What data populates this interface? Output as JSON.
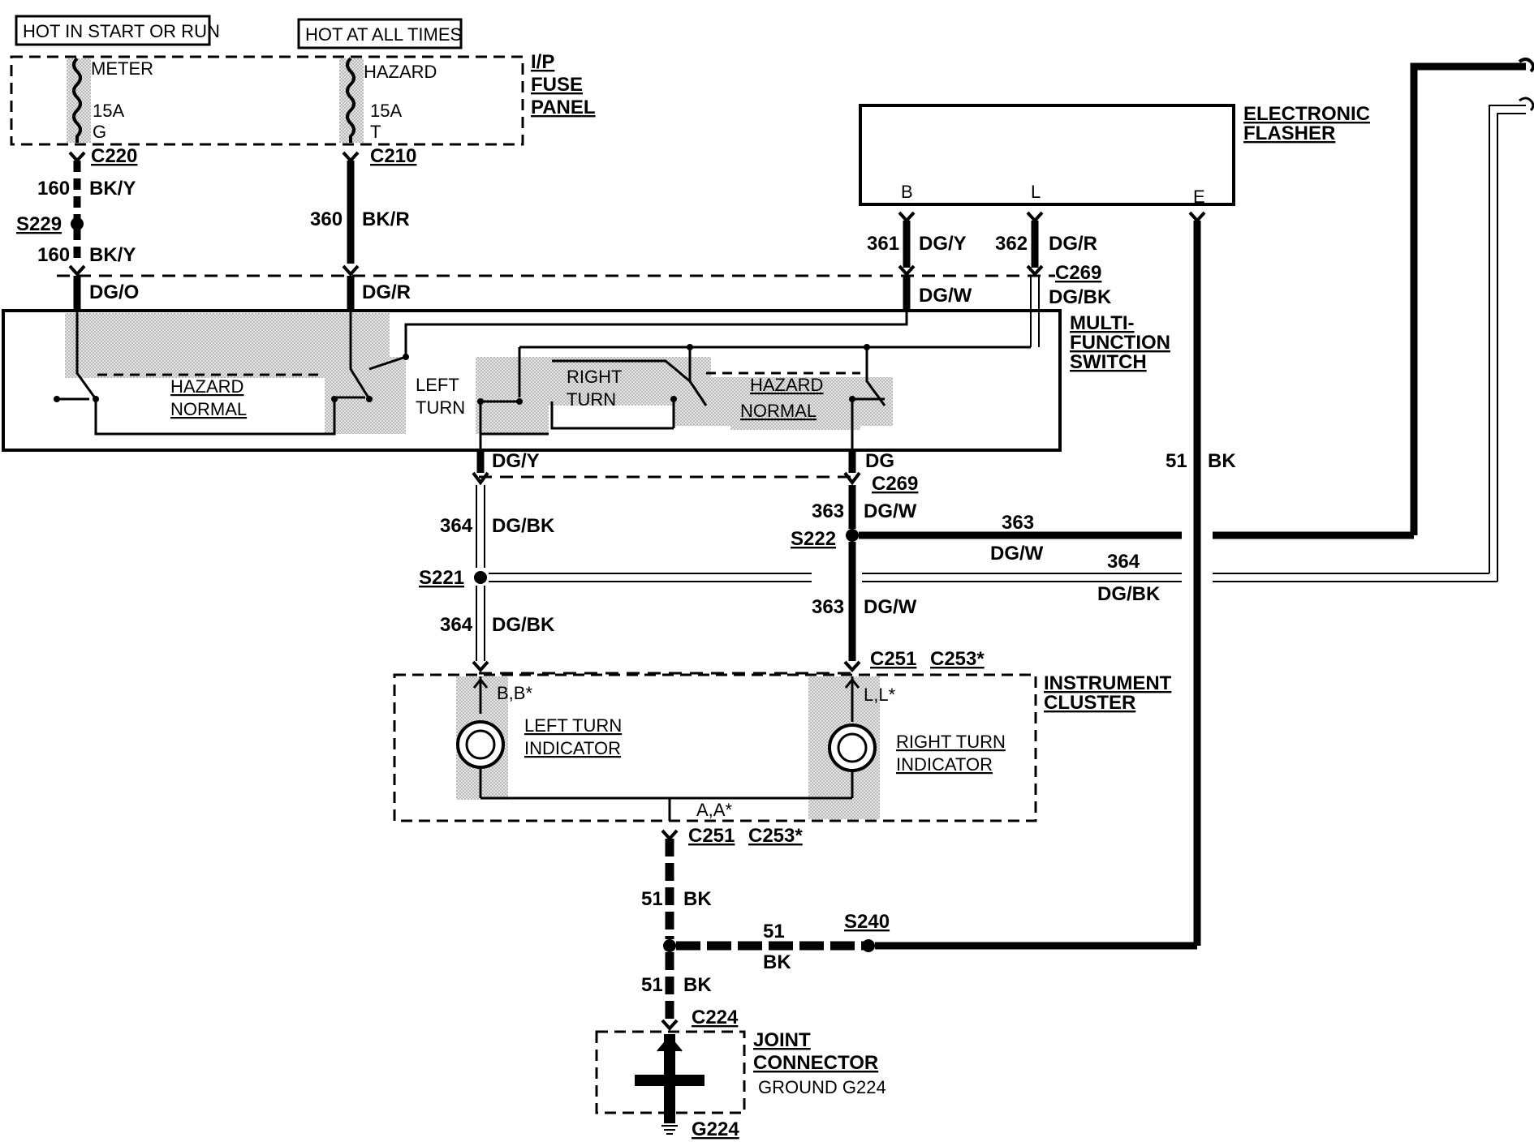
{
  "headers": {
    "hot_start_run": "HOT IN START OR RUN",
    "hot_all_times": "HOT AT ALL TIMES"
  },
  "fuse_panel": {
    "name_line1": "I/P",
    "name_line2": "FUSE",
    "name_line3": "PANEL",
    "fuse_meter": {
      "name": "METER",
      "rating": "15A",
      "pin": "G",
      "connector": "C220"
    },
    "fuse_hazard": {
      "name": "HAZARD",
      "rating": "15A",
      "pin": "T",
      "connector": "C210"
    }
  },
  "flasher": {
    "name_line1": "ELECTRONIC",
    "name_line2": "FLASHER",
    "pin_b": "B",
    "pin_l": "L",
    "pin_e": "E"
  },
  "mfs": {
    "name_line1": "MULTI-",
    "name_line2": "FUNCTION",
    "name_line3": "SWITCH",
    "hazard_left": "HAZARD",
    "normal_left": "NORMAL",
    "left_turn_1": "LEFT",
    "left_turn_2": "TURN",
    "right_turn_1": "RIGHT",
    "right_turn_2": "TURN",
    "hazard_right": "HAZARD",
    "normal_right": "NORMAL"
  },
  "wires": {
    "c160_num": "160",
    "c160_color": "BK/Y",
    "splice_s229": "S229",
    "c160b_num": "160",
    "c160b_color": "BK/Y",
    "c360_num": "360",
    "c360_color": "BK/R",
    "dgo": "DG/O",
    "dgr": "DG/R",
    "c361_num": "361",
    "c361_color": "DG/Y",
    "c362_num": "362",
    "c362_color": "DG/R",
    "c269_top": "C269",
    "dgw_top": "DG/W",
    "dgbk_top": "DG/BK",
    "dgy_mid": "DG/Y",
    "dg_mid": "DG",
    "c269_mid": "C269",
    "w364a_num": "364",
    "w364a_color": "DG/BK",
    "w363a_num": "363",
    "w363a_color": "DG/W",
    "splice_s222": "S222",
    "w363h_num": "363",
    "w363h_color": "DG/W",
    "splice_s221": "S221",
    "w364h_num": "364",
    "w364h_color": "DG/BK",
    "w364b_num": "364",
    "w364b_color": "DG/BK",
    "w363b_num": "363",
    "w363b_color": "DG/W",
    "w51r_num": "51",
    "w51r_color": "BK",
    "c251_top": "C251",
    "c253_top": "C253*",
    "c251_bot": "C251",
    "c253_bot": "C253*",
    "w51a_num": "51",
    "w51a_color": "BK",
    "w51h_num": "51",
    "w51h_color": "BK",
    "splice_s240": "S240",
    "w51b_num": "51",
    "w51b_color": "BK",
    "c224": "C224",
    "g224": "G224"
  },
  "cluster": {
    "name_line1": "INSTRUMENT",
    "name_line2": "CLUSTER",
    "pin_left": "B,B*",
    "pin_right": "L,L*",
    "pin_bottom": "A,A*",
    "left_ind_1": "LEFT TURN",
    "left_ind_2": "INDICATOR",
    "right_ind_1": "RIGHT TURN",
    "right_ind_2": "INDICATOR"
  },
  "joint": {
    "name_line1": "JOINT",
    "name_line2": "CONNECTOR",
    "name_line3": "GROUND G224"
  }
}
